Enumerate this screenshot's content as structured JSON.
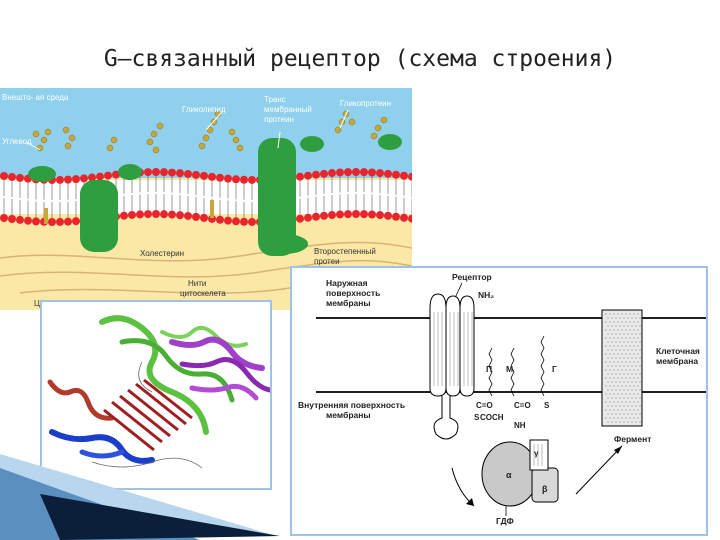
{
  "slide": {
    "title": "G–связанный рецептор (схема строения)"
  },
  "membrane_diagram": {
    "labels": {
      "outer_env": "Внешто- ая среда",
      "glycolipid": "Гликолипид",
      "trans_protein_1": "Транс",
      "trans_protein_2": "мембранный",
      "trans_protein_3": "протеин",
      "glycoprotein": "Гликопротеин",
      "carbohydrate": "Углевод",
      "cholesterol": "Холестерин",
      "secondary_protein_1": "Второстепенный",
      "secondary_protein_2": "протеи",
      "cytoskeleton_1": "Нити",
      "cytoskeleton_2": "цитоскелета",
      "cut_letter": "Ц"
    },
    "colors": {
      "lipid_head": "#e8242c",
      "protein": "#2e9e3e",
      "sugar": "#c8a63a",
      "fluid": "#fbe8a6",
      "outer_bg": "#8fd0ec"
    }
  },
  "receptor_schema": {
    "labels": {
      "receptor": "Рецептор",
      "outer_surface_1": "Наружная",
      "outer_surface_2": "поверхность",
      "outer_surface_3": "мембраны",
      "nh2": "NH₂",
      "cell_membrane_1": "Клеточная",
      "cell_membrane_2": "мембрана",
      "inner_surface_1": "Внутренняя поверхность",
      "inner_surface_2": "мембраны",
      "enzyme": "Фермент",
      "p_label": "П",
      "m_label": "М",
      "g_label": "Г",
      "co_left": "C=O",
      "s_left": "S",
      "co_right": "C=O",
      "s_right": "S",
      "coch": "COCH",
      "nh": "NH",
      "alpha": "α",
      "gamma": "γ",
      "beta": "β",
      "gdf": "ГДФ"
    }
  }
}
